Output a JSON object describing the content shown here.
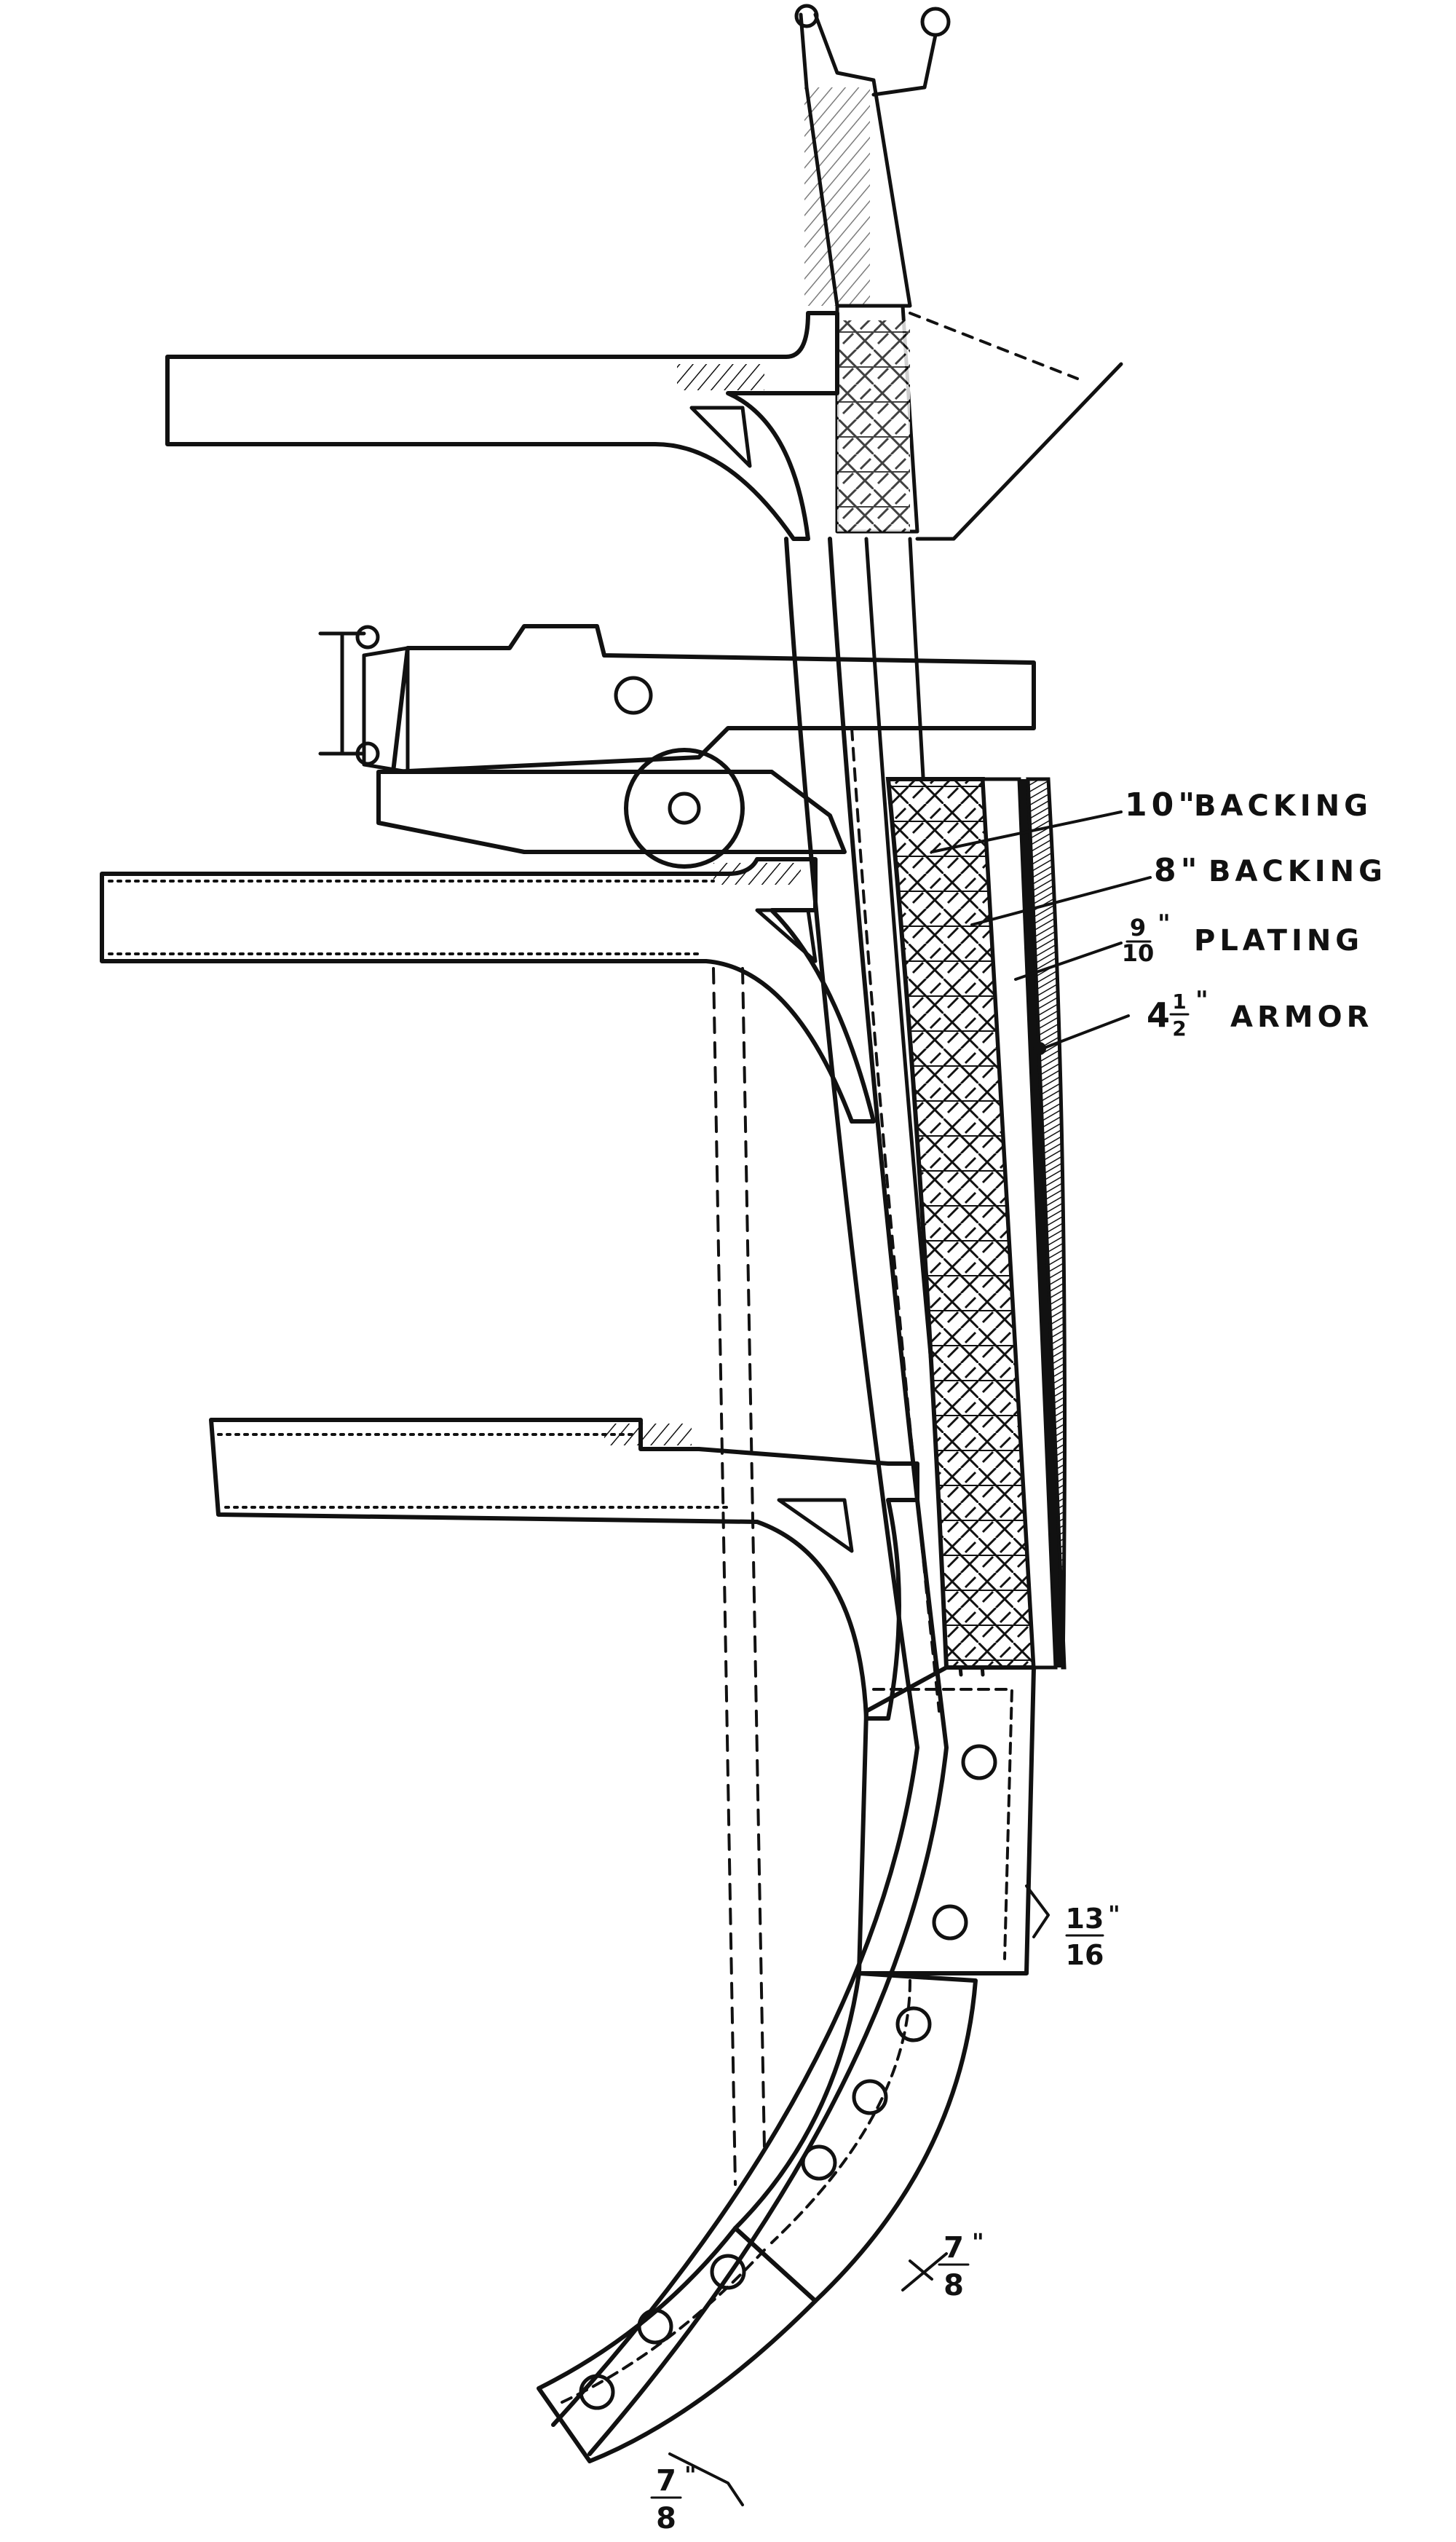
{
  "labels": {
    "backing_10": {
      "size": "10\"",
      "word": "BACKING"
    },
    "backing_8": {
      "size": "8\"",
      "word": "BACKING"
    },
    "plating": {
      "num": "9",
      "den": "10",
      "mark": "\"",
      "word": "PLATING"
    },
    "armor": {
      "whole": "4",
      "num": "1",
      "den": "2",
      "mark": "\"",
      "word": "ARMOR"
    }
  },
  "fractions": [
    {
      "num": "13",
      "den": "16",
      "mark": "\""
    },
    {
      "num": "7",
      "den": "8",
      "mark": "\""
    },
    {
      "num": "7",
      "den": "8",
      "mark": "\""
    }
  ]
}
